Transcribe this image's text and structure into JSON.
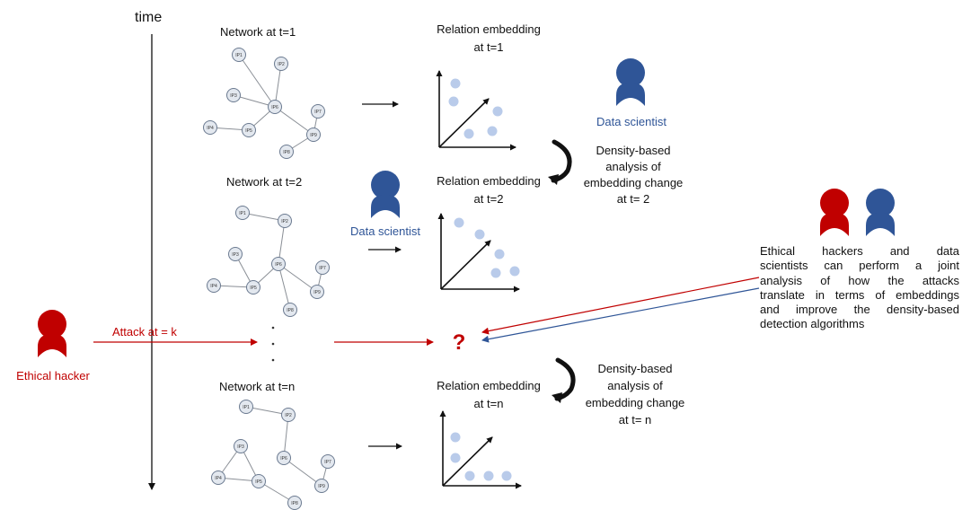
{
  "time_axis_label": "time",
  "networks": [
    {
      "title": "Network at t=1",
      "nodes": [
        "IP1",
        "IP2",
        "IP3",
        "IP4",
        "IP5",
        "IP6",
        "IP7",
        "IP8",
        "IP9"
      ]
    },
    {
      "title": "Network at t=2",
      "nodes": [
        "IP1",
        "IP2",
        "IP3",
        "IP4",
        "IP5",
        "IP6",
        "IP7",
        "IP8",
        "IP9"
      ]
    },
    {
      "title": "Network at t=n",
      "nodes": [
        "IP1",
        "IP2",
        "IP3",
        "IP4",
        "IP5",
        "IP6",
        "IP7",
        "IP8",
        "IP9"
      ]
    }
  ],
  "embeddings": [
    {
      "title_line1": "Relation embedding",
      "title_line2": "at t=1"
    },
    {
      "title_line1": "Relation embedding",
      "title_line2": "at t=2"
    },
    {
      "title_line1": "Relation embedding",
      "title_line2": "at t=n"
    }
  ],
  "density_analysis": [
    {
      "lines": [
        "Density-based",
        "analysis of",
        "embedding change",
        "at t= 2"
      ]
    },
    {
      "lines": [
        "Density-based",
        "analysis of",
        "embedding change",
        "at t= n"
      ]
    }
  ],
  "roles": {
    "data_scientist": "Data scientist",
    "ethical_hacker": "Ethical hacker"
  },
  "attack_label": "Attack at = k",
  "question_mark": "?",
  "ellipsis": "·\n·\n·",
  "joint_note": {
    "lines": [
      "Ethical hackers and data",
      "scientists can perform a joint",
      "analysis of how the attacks",
      "translate in terms of embeddings",
      "and improve the density-based",
      "detection algorithms"
    ]
  },
  "colors": {
    "hacker_red": "#c00000",
    "scientist_blue": "#2f5597",
    "embedding_point": "#b9cbea",
    "node_fill": "#e3e8ef"
  }
}
